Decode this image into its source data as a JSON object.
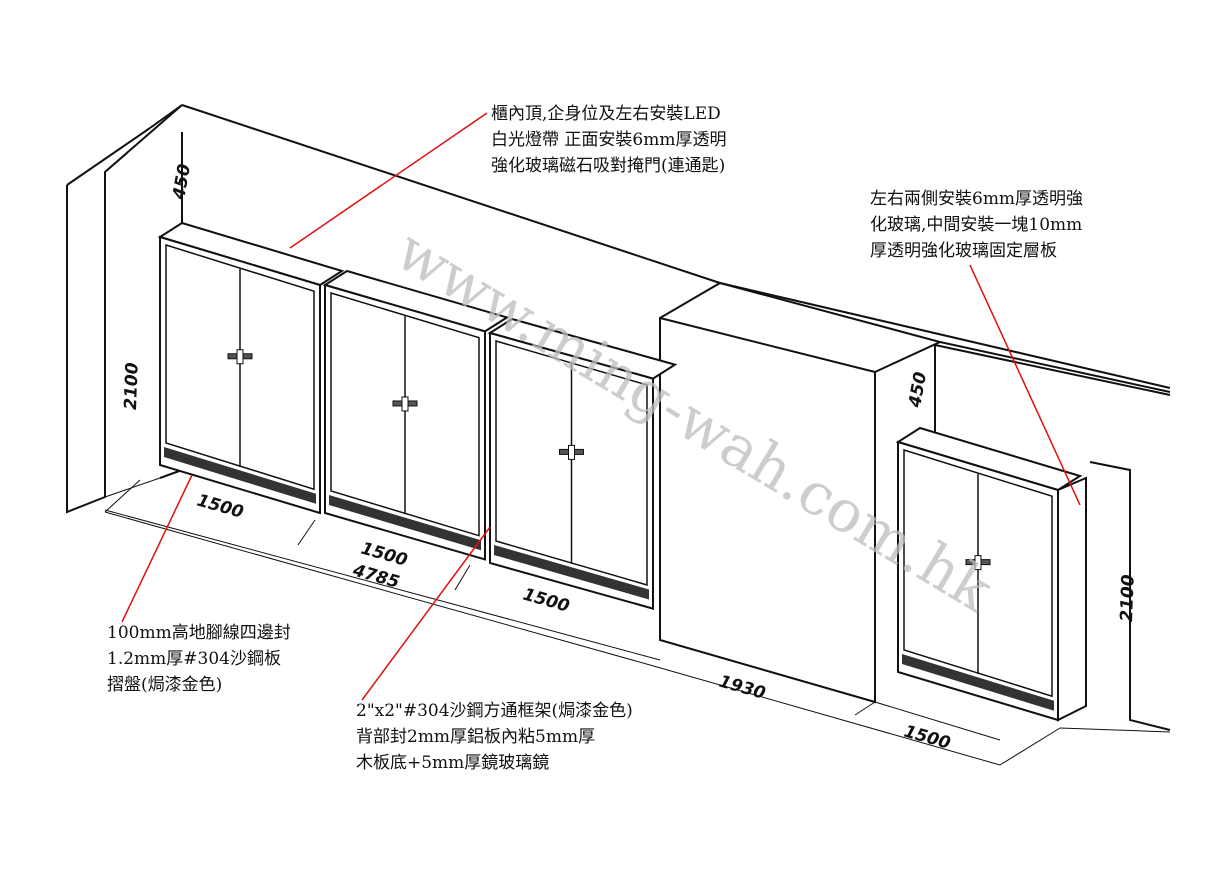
{
  "annotations": {
    "top_center": [
      "櫃內頂,企身位及左右安裝LED",
      "白光燈帶 正面安裝6mm厚透明",
      "強化玻璃磁石吸對掩門(連通匙)"
    ],
    "top_right": [
      "左右兩側安裝6mm厚透明強",
      "化玻璃,中間安裝一塊10mm",
      "厚透明強化玻璃固定層板"
    ],
    "bottom_left": [
      "100mm高地腳線四邊封",
      "1.2mm厚#304沙鋼板",
      "摺盤(焗漆金色)"
    ],
    "bottom_center": [
      "2\"x2\"#304沙鋼方通框架(焗漆金色)",
      "背部封2mm厚鋁板內粘5mm厚",
      "木板底+5mm厚鏡玻璃鏡"
    ]
  },
  "dimensions": {
    "left_depth": "450",
    "left_height": "2100",
    "cab1_width": "1500",
    "cab2_width": "1500",
    "cab3_width": "1500",
    "total_width": "4785",
    "pillar_width": "1930",
    "right_cab_width": "1500",
    "right_depth": "450",
    "right_height": "2100"
  },
  "watermark": "www.ming-wah.com.hk",
  "colors": {
    "leader": "#e01010",
    "line": "#111111",
    "watermark": "#bdbdbd"
  }
}
